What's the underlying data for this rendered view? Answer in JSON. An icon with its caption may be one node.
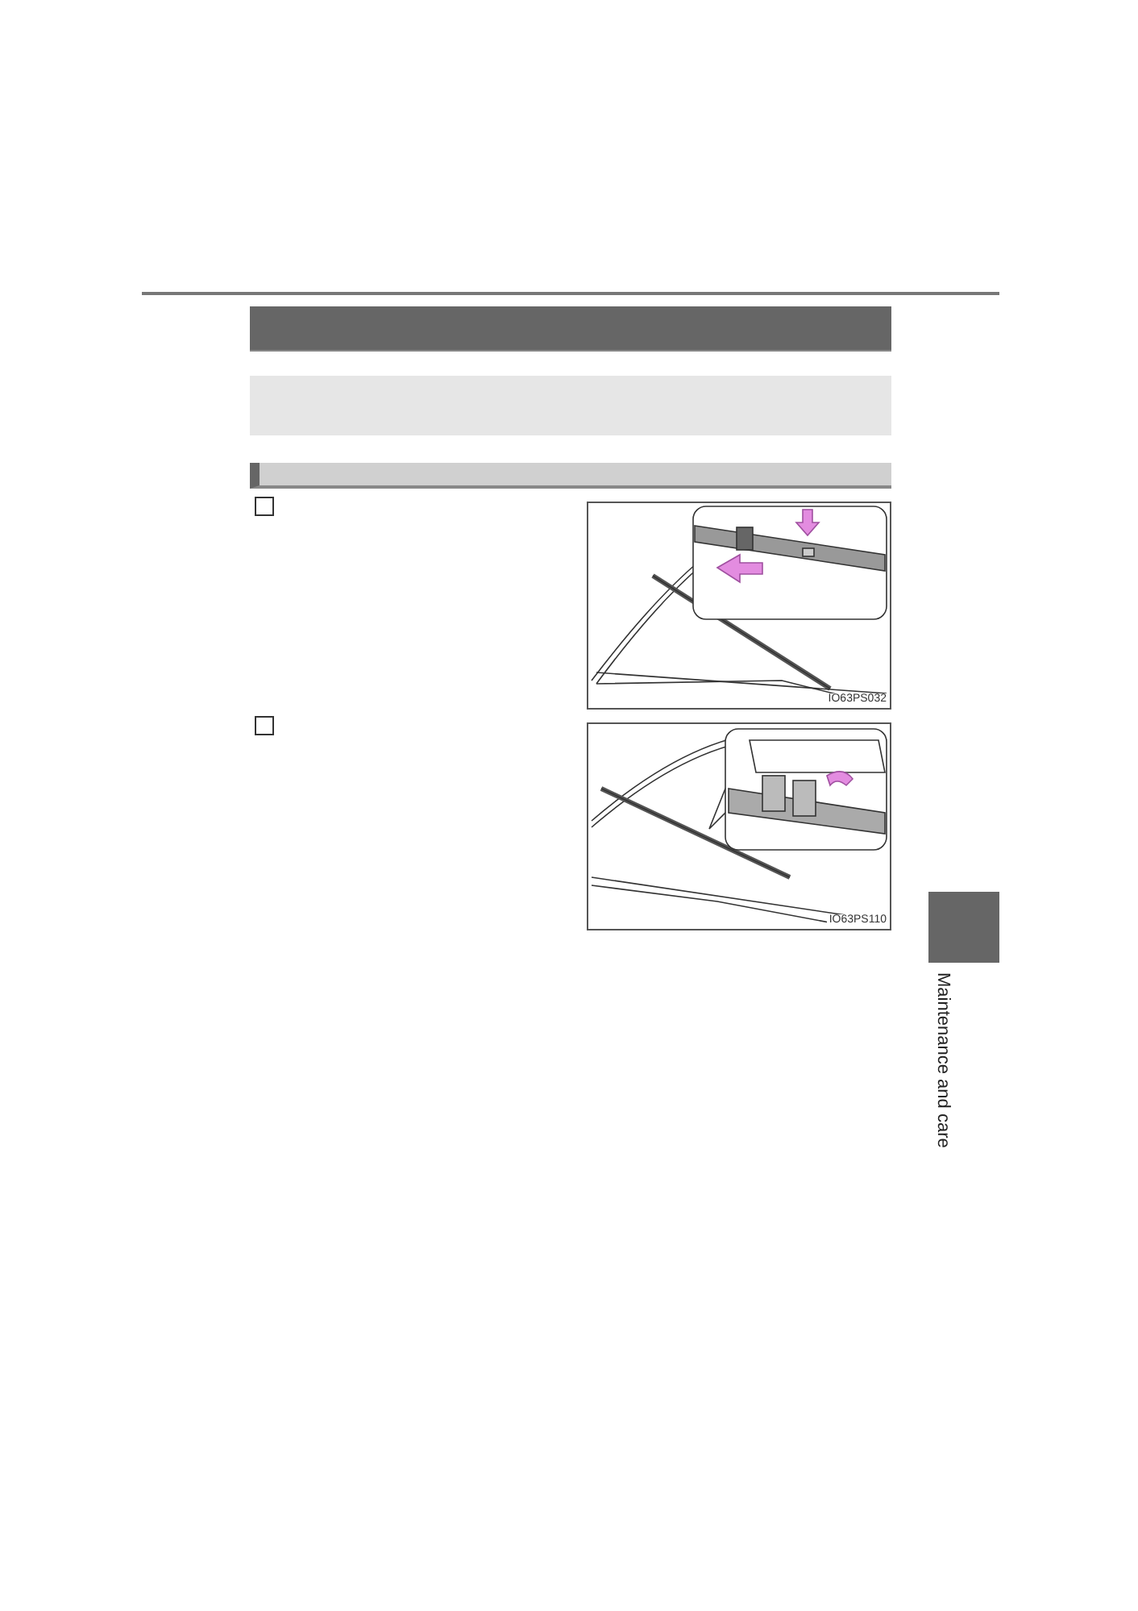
{
  "diagram": {
    "nodes": [
      {
        "text": [],
        "shape": "bar"
      },
      {
        "text": [],
        "shape": "bar"
      }
    ],
    "labels": [
      "IO63PS032",
      "IO63PS110",
      "Maintenance and care"
    ]
  }
}
